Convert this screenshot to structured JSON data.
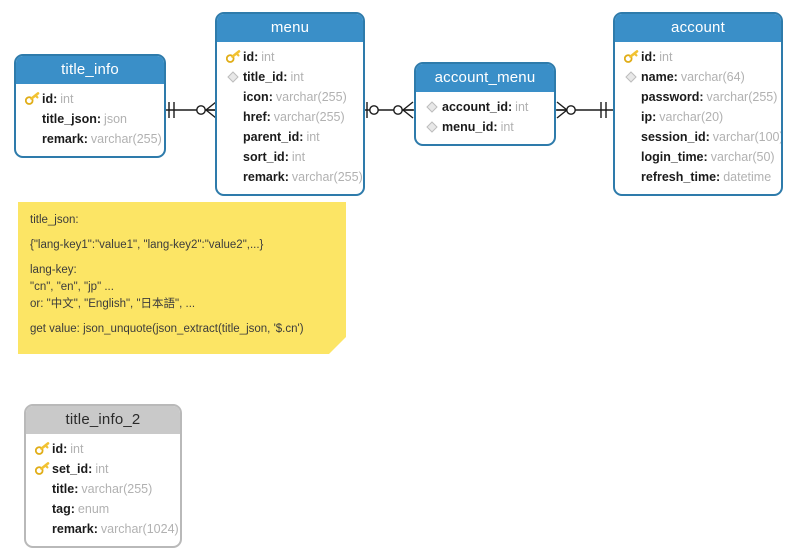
{
  "diagram": {
    "type": "entity-relationship-diagram",
    "background": "#ffffff",
    "header_blue": "#3a8fc8",
    "header_gray": "#c9c9c9",
    "border_blue": "#2e7bab",
    "note_color": "#fce565",
    "key_icon_color": "#f2c232",
    "type_text_color": "#b1b1b1",
    "separator": ":"
  },
  "entities": [
    {
      "name": "title_info",
      "header_style": "blue",
      "fields": [
        {
          "icon": "key-icon",
          "name": "id",
          "type": "int"
        },
        {
          "icon": "none",
          "name": "title_json",
          "type": "json"
        },
        {
          "icon": "none",
          "name": "remark",
          "type": "varchar(255)"
        }
      ]
    },
    {
      "name": "menu",
      "header_style": "blue",
      "fields": [
        {
          "icon": "key-icon",
          "name": "id",
          "type": "int"
        },
        {
          "icon": "diamond-icon",
          "name": "title_id",
          "type": "int"
        },
        {
          "icon": "none",
          "name": "icon",
          "type": "varchar(255)"
        },
        {
          "icon": "none",
          "name": "href",
          "type": "varchar(255)"
        },
        {
          "icon": "none",
          "name": "parent_id",
          "type": "int"
        },
        {
          "icon": "none",
          "name": "sort_id",
          "type": "int"
        },
        {
          "icon": "none",
          "name": "remark",
          "type": "varchar(255)"
        }
      ]
    },
    {
      "name": "account_menu",
      "header_style": "blue",
      "fields": [
        {
          "icon": "diamond-icon",
          "name": "account_id",
          "type": "int"
        },
        {
          "icon": "diamond-icon",
          "name": "menu_id",
          "type": "int"
        }
      ]
    },
    {
      "name": "account",
      "header_style": "blue",
      "fields": [
        {
          "icon": "key-icon",
          "name": "id",
          "type": "int"
        },
        {
          "icon": "diamond-icon",
          "name": "name",
          "type": "varchar(64)"
        },
        {
          "icon": "none",
          "name": "password",
          "type": "varchar(255)"
        },
        {
          "icon": "none",
          "name": "ip",
          "type": "varchar(20)"
        },
        {
          "icon": "none",
          "name": "session_id",
          "type": "varchar(100)"
        },
        {
          "icon": "none",
          "name": "login_time",
          "type": "varchar(50)"
        },
        {
          "icon": "none",
          "name": "refresh_time",
          "type": "datetime"
        }
      ]
    },
    {
      "name": "title_info_2",
      "header_style": "gray",
      "fields": [
        {
          "icon": "key-icon",
          "name": "id",
          "type": "int"
        },
        {
          "icon": "key-icon",
          "name": "set_id",
          "type": "int"
        },
        {
          "icon": "none",
          "name": "title",
          "type": "varchar(255)"
        },
        {
          "icon": "none",
          "name": "tag",
          "type": "enum"
        },
        {
          "icon": "none",
          "name": "remark",
          "type": "varchar(1024)"
        }
      ]
    }
  ],
  "note": {
    "lines": [
      "title_json:",
      "{\"lang-key1\":\"value1\", \"lang-key2\":\"value2\",...}",
      "lang-key:",
      "\"cn\", \"en\", \"jp\" ...",
      "or: \"中文\", \"English\", \"日本語\", ...",
      "get value: json_unquote(json_extract(title_json, '$.cn')"
    ]
  },
  "relationships": [
    {
      "from": "title_info",
      "to": "menu",
      "from_cardinality": "one-and-only-one",
      "to_cardinality": "zero-or-many"
    },
    {
      "from": "menu",
      "to": "account_menu",
      "from_cardinality": "zero-or-one",
      "to_cardinality": "zero-or-many"
    },
    {
      "from": "account_menu",
      "to": "account",
      "from_cardinality": "zero-or-many",
      "to_cardinality": "one-and-only-one"
    }
  ]
}
